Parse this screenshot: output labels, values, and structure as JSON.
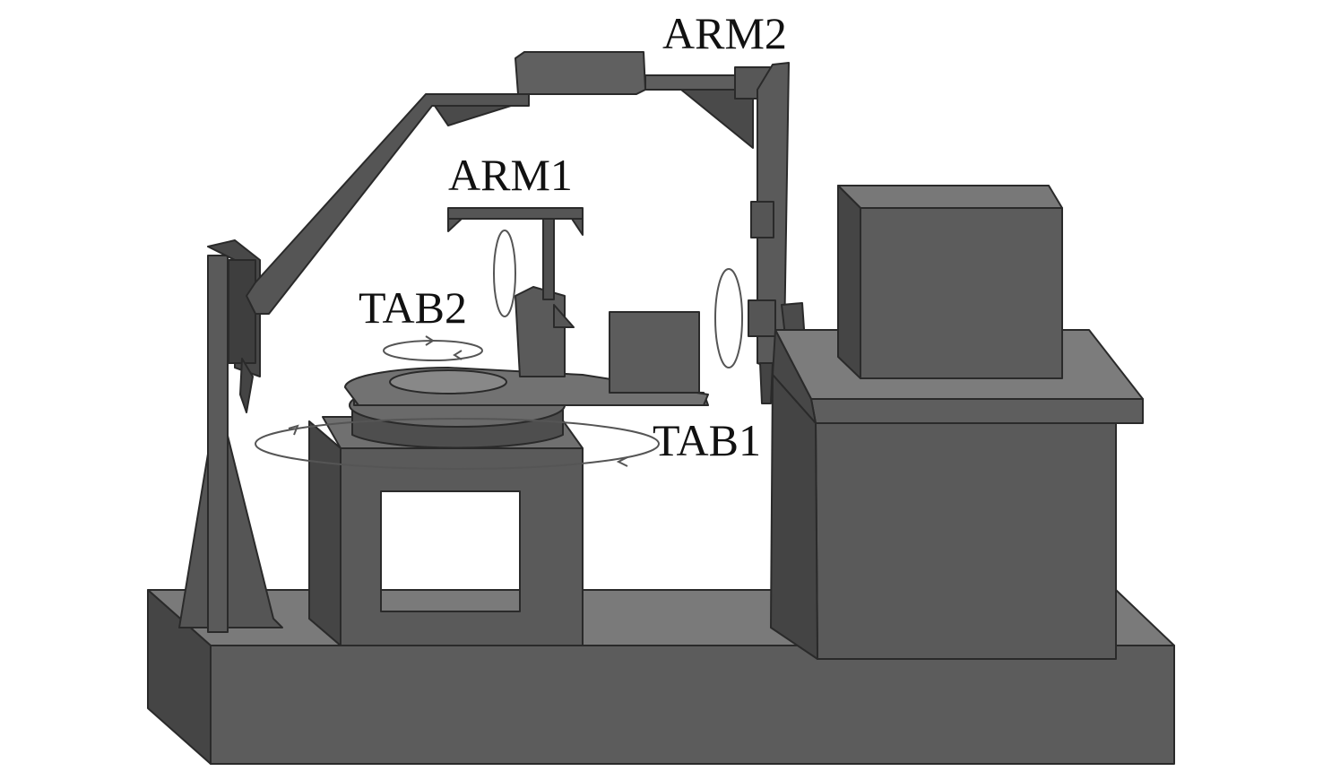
{
  "labels": {
    "arm1": "ARM1",
    "arm2": "ARM2",
    "tab1": "TAB1",
    "tab2": "TAB2"
  },
  "colors": {
    "front": "#5c5c5c",
    "top": "#777777",
    "side": "#444444",
    "outline": "#2a2a2a",
    "arrow": "#555555"
  }
}
